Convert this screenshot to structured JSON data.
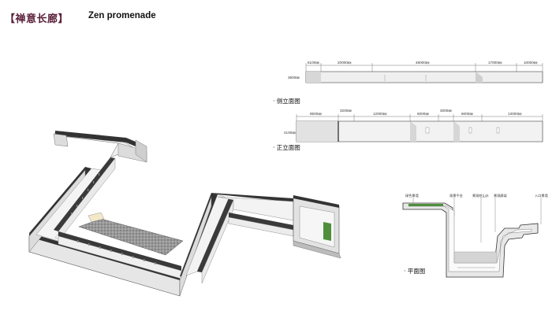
{
  "header": {
    "title_cn": "【禅意长廊】",
    "title_en": "Zen promenade"
  },
  "side_elevation": {
    "caption": "· 侧立面图",
    "height_label": "3600㎜",
    "dims": [
      "6100㎜",
      "20000㎜",
      "48000㎜",
      "17000㎜",
      "10000㎜"
    ]
  },
  "front_elevation": {
    "caption": "· 正立面图",
    "height_label": "4100㎜",
    "dims": [
      "8500㎜",
      "3200㎜",
      "12000㎜",
      "6000㎜",
      "3000㎜",
      "6000㎜",
      "13000㎜"
    ]
  },
  "plan": {
    "caption": "· 平面图",
    "labels": [
      "绿色景墙",
      "观景平台",
      "景观枯山水",
      "景观廊架",
      "入口景墙"
    ]
  },
  "colors": {
    "title": "#5a1f3a",
    "wall_top": "#3a3a3a",
    "wall_side": "#d9d9d9",
    "wall_face": "#f2f2f2",
    "gravel": "#8c8c8c",
    "green": "#4f8f3c"
  }
}
